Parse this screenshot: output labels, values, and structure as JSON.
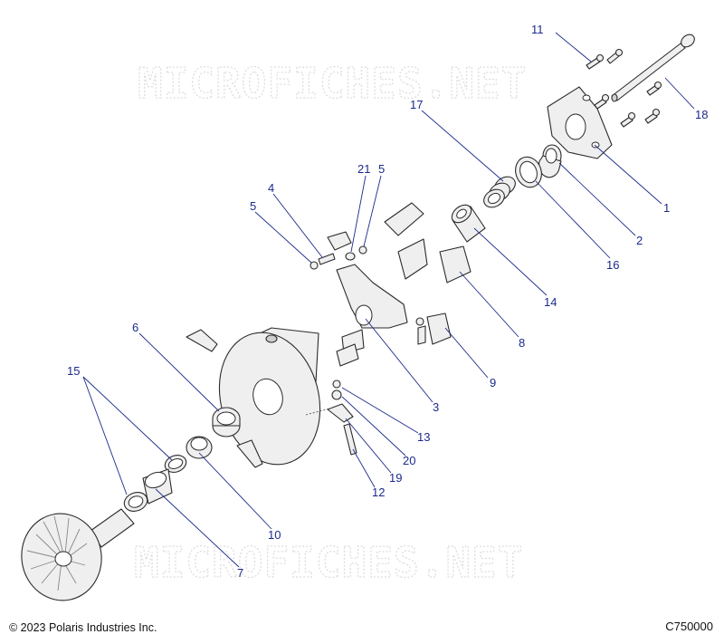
{
  "watermark": {
    "text": "MICROFICHES.NET"
  },
  "footer": {
    "copyright": "© 2023 Polaris Industries Inc.",
    "figure_id": "C750000"
  },
  "callouts": {
    "c1": "1",
    "c2": "2",
    "c3": "3",
    "c4": "4",
    "c5a": "5",
    "c5b": "5",
    "c6": "6",
    "c7": "7",
    "c8": "8",
    "c9": "9",
    "c10": "10",
    "c11": "11",
    "c12": "12",
    "c13": "13",
    "c14": "14",
    "c15": "15",
    "c16": "16",
    "c17": "17",
    "c18": "18",
    "c19": "19",
    "c20": "20",
    "c21": "21"
  }
}
